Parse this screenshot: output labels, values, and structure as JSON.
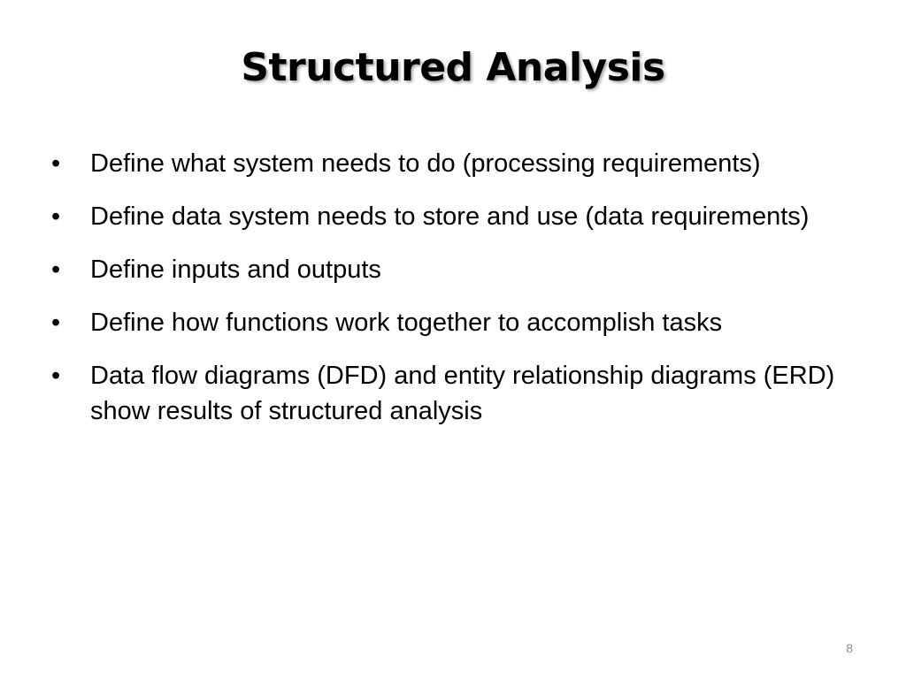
{
  "slide": {
    "title": "Structured Analysis",
    "bullet_symbol": "•",
    "bullets": [
      "Define what system needs to do (processing requirements)",
      "Define data system needs to store and use (data requirements)",
      "Define inputs and outputs",
      "Define how functions work together to accomplish tasks",
      "Data flow diagrams (DFD) and entity relationship diagrams (ERD) show results of structured analysis"
    ],
    "page_number": "8"
  }
}
